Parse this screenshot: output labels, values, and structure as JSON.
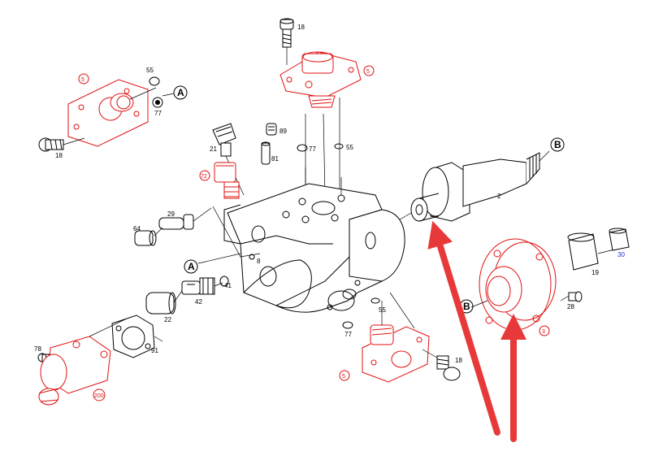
{
  "colors": {
    "red_part": "#e01010",
    "black_part": "#000000",
    "blue_label": "#1a2fd0",
    "arrow": "#e8393a"
  },
  "callouts": {
    "a_top": "A",
    "a_left": "A",
    "b_top": "B",
    "b_mid": "B"
  },
  "labels": {
    "n18_top": "18",
    "n5_top": "5",
    "n55_a": "55",
    "n77_a": "77",
    "n5_left": "5",
    "n18_left": "18",
    "n89": "89",
    "n21": "21",
    "n81": "81",
    "n77_b": "77",
    "n55_b": "55",
    "n72": "72",
    "n29": "29",
    "n64": "64",
    "n8": "8",
    "n2": "2",
    "n41": "41",
    "n42": "42",
    "n22": "22",
    "n78": "78",
    "n91": "91",
    "n200": "200",
    "n55_c": "55",
    "n77_c": "77",
    "n5_bottom": "5",
    "n18_bottom": "18",
    "n3": "3",
    "n28": "28",
    "n19": "19",
    "n30": "30"
  },
  "arrows": [
    {
      "name": "arrow-to-shaft"
    },
    {
      "name": "arrow-to-flange"
    }
  ]
}
